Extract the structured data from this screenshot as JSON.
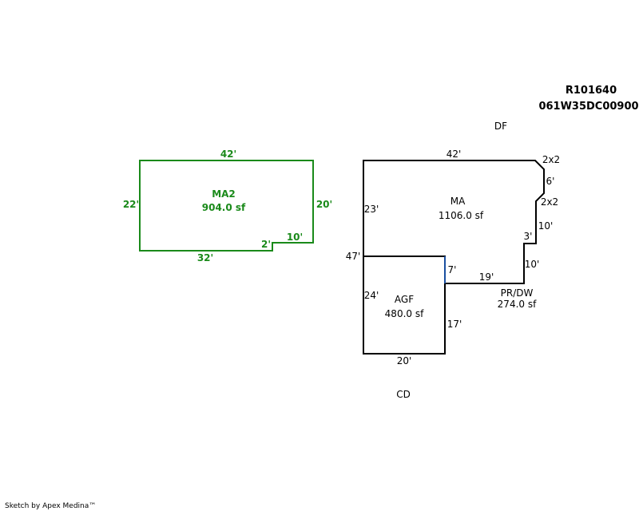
{
  "header": {
    "parcel_id": "R101640",
    "map_number": "061W35DC00900"
  },
  "colors": {
    "main_outline": "#000000",
    "ma2_outline": "#1a8a1a",
    "shared_edge": "#1a4fa0"
  },
  "areas": {
    "ma2": {
      "code": "MA2",
      "area": "904.0 sf"
    },
    "ma": {
      "code": "MA",
      "area": "1106.0 sf"
    },
    "agf": {
      "code": "AGF",
      "area": "480.0 sf"
    },
    "prdw": {
      "code": "PR/DW",
      "area": "274.0 sf"
    }
  },
  "outside_labels": {
    "top": "DF",
    "bottom": "CD"
  },
  "dimensions": {
    "ma2_top": "42'",
    "ma2_left": "22'",
    "ma2_right": "20'",
    "ma2_bottom": "32'",
    "ma2_step_vertical": "2'",
    "ma2_step_horizontal": "10'",
    "ma_top": "42'",
    "ma_left": "23'",
    "ma_corner_top": "2x2",
    "ma_right_upper": "6'",
    "ma_corner_mid": "2x2",
    "ma_right_lower": "10'",
    "ma_step": "3'",
    "overall_left": "47'",
    "prdw_right": "10'",
    "prdw_bottom": "19'",
    "agf_top_right": "7'",
    "agf_left": "24'",
    "agf_right": "17'",
    "agf_bottom": "20'"
  },
  "credit": "Sketch by Apex Medina™"
}
